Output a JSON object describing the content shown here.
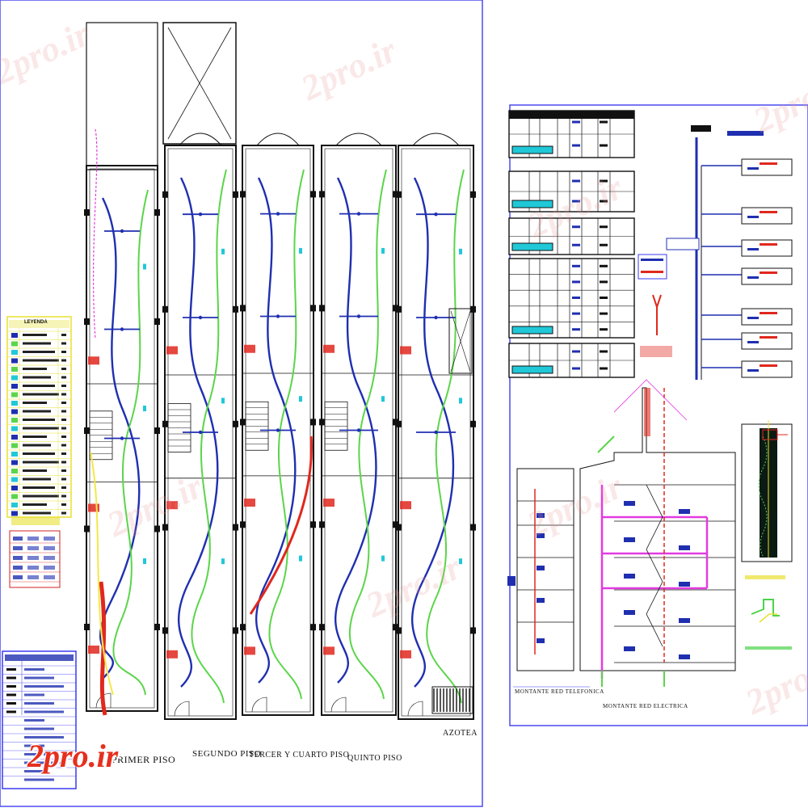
{
  "drawing": {
    "floor_labels": {
      "primer_piso": "PRIMER PISO",
      "segundo_piso": "SEGUNDO PISO",
      "tercer_cuarto_piso": "TERCER Y CUARTO PISO",
      "quinto_piso": "QUINTO PISO",
      "azotea": "AZOTEA"
    },
    "section_labels": {
      "red_telefonica": "MONTANTE RED TELEFONICA",
      "red_electrica": "MONTANTE RED ELECTRICA"
    },
    "table_title": "CUADRO DE CARGAS",
    "legend_title": "LEYENDA",
    "watermark": "2pro.ir",
    "brand": "2pro.ir"
  },
  "colors": {
    "wall": "#111111",
    "circuit_blue": "#1f2fb0",
    "circuit_green": "#5bd54a",
    "circuit_yellow": "#f2e84a",
    "circuit_red": "#e0281e",
    "circuit_magenta": "#e23be0",
    "border_blue": "#3a3af0",
    "accent_cyan": "#20c8d8"
  }
}
